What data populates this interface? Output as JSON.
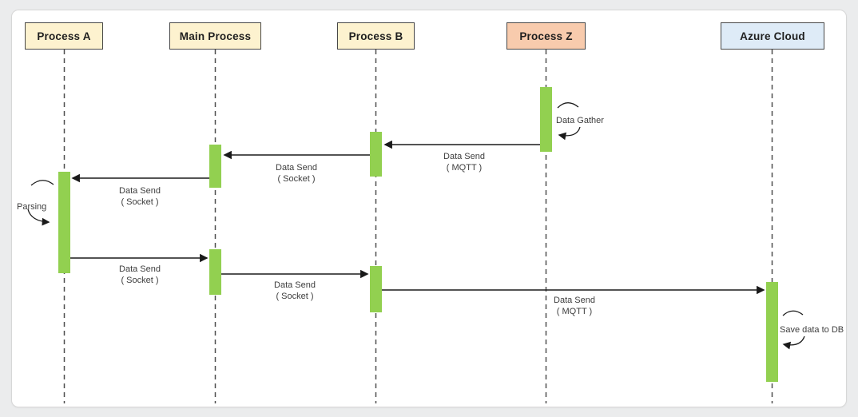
{
  "colors": {
    "canvas_bg": "#ffffff",
    "page_bg": "#ebeced",
    "box_border": "#474747",
    "cream": "#fdf2cf",
    "peach": "#f8cbad",
    "blue": "#deebf7",
    "activation": "#92d050",
    "lifeline": "#4f4f4f",
    "arrow": "#1a1a1a",
    "label_text": "#3d3d3d"
  },
  "diagram": {
    "type": "sequence-diagram",
    "participants": [
      {
        "label": "Process A",
        "fill": "#fdf2cf"
      },
      {
        "label": "Main Process",
        "fill": "#fdf2cf"
      },
      {
        "label": "Process B",
        "fill": "#fdf2cf"
      },
      {
        "label": "Process Z",
        "fill": "#f8cbad"
      },
      {
        "label": "Azure Cloud",
        "fill": "#deebf7"
      }
    ],
    "messages": [
      {
        "from": "Process Z",
        "to": "Process B",
        "line1": "Data Send",
        "line2": "( MQTT )"
      },
      {
        "from": "Process B",
        "to": "Main Process",
        "line1": "Data Send",
        "line2": "( Socket )"
      },
      {
        "from": "Main Process",
        "to": "Process A",
        "line1": "Data Send",
        "line2": "( Socket )"
      },
      {
        "from": "Process A",
        "to": "Main Process",
        "line1": "Data Send",
        "line2": "( Socket )"
      },
      {
        "from": "Main Process",
        "to": "Process B",
        "line1": "Data Send",
        "line2": "( Socket )"
      },
      {
        "from": "Process B",
        "to": "Azure Cloud",
        "line1": "Data Send",
        "line2": "( MQTT )"
      }
    ],
    "self_messages": [
      {
        "on": "Process Z",
        "label": "Data Gather"
      },
      {
        "on": "Process A",
        "label": "Parsing"
      },
      {
        "on": "Azure Cloud",
        "label": "Save data to DB"
      }
    ]
  }
}
